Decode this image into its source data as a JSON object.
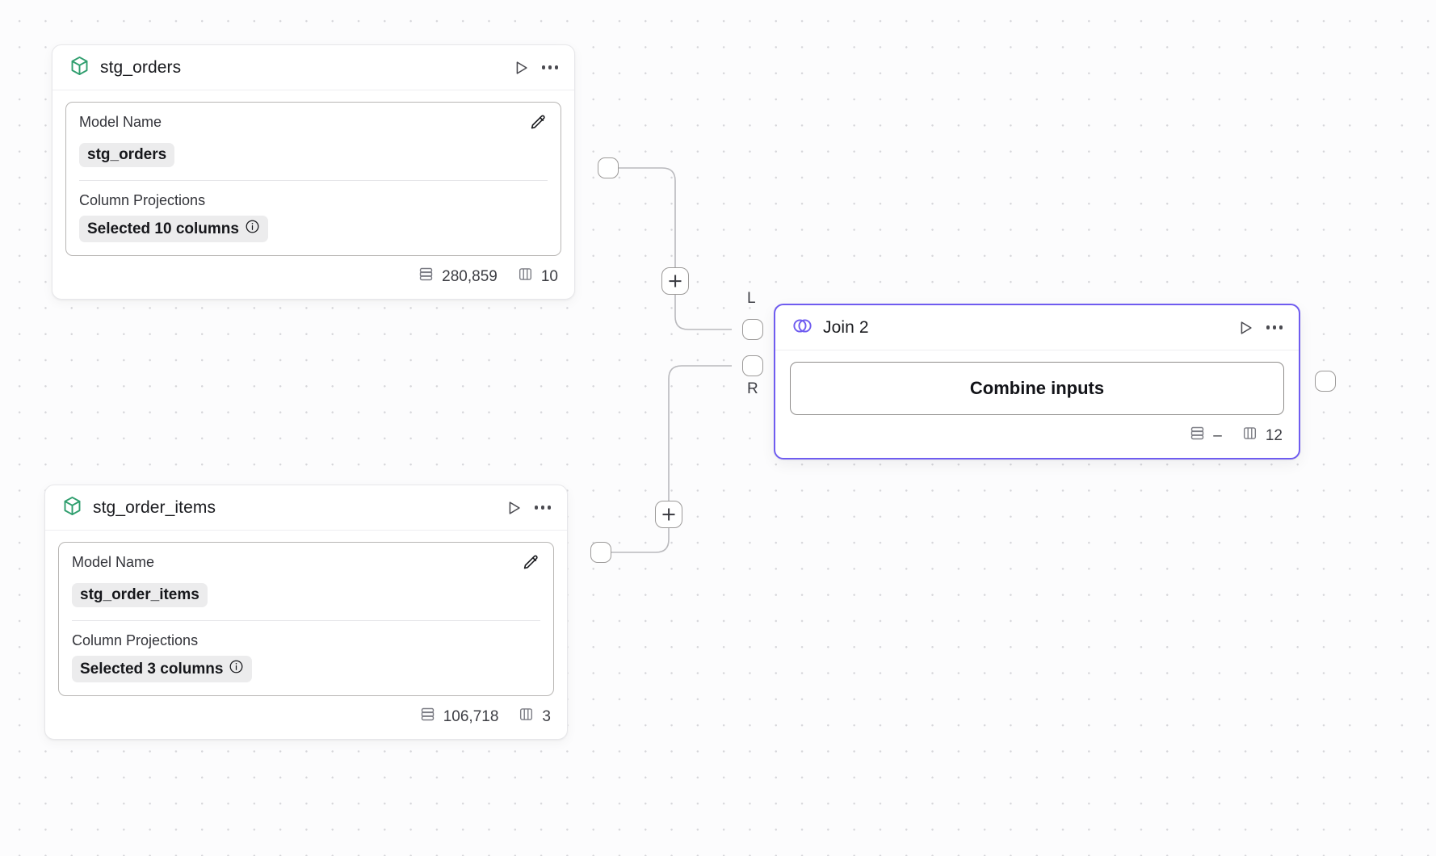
{
  "canvas": {
    "grid_dot_color": "#d6d6da",
    "background_color": "#fcfcfd"
  },
  "nodes": [
    {
      "id": "stg_orders",
      "type": "model",
      "icon": "cube-icon",
      "icon_color": "#2f9e6e",
      "title": "stg_orders",
      "run_label": "Run",
      "menu_label": "More options",
      "fields": [
        {
          "label": "Model Name",
          "value": "stg_orders",
          "has_edit": true
        },
        {
          "label": "Column Projections",
          "value": "Selected 10 columns",
          "has_info": true
        }
      ],
      "stats": {
        "rows": "280,859",
        "columns": "10"
      }
    },
    {
      "id": "stg_order_items",
      "type": "model",
      "icon": "cube-icon",
      "icon_color": "#2f9e6e",
      "title": "stg_order_items",
      "run_label": "Run",
      "menu_label": "More options",
      "fields": [
        {
          "label": "Model Name",
          "value": "stg_order_items",
          "has_edit": true
        },
        {
          "label": "Column Projections",
          "value": "Selected 3 columns",
          "has_info": true
        }
      ],
      "stats": {
        "rows": "106,718",
        "columns": "3"
      }
    },
    {
      "id": "join_2",
      "type": "join",
      "icon": "venn-join-icon",
      "icon_color": "#6f5cf0",
      "title": "Join 2",
      "selected": true,
      "border_color": "#6f5cf0",
      "action_label": "Combine inputs",
      "input_ports": [
        {
          "id": "left",
          "label": "L"
        },
        {
          "id": "right",
          "label": "R"
        }
      ],
      "stats": {
        "rows": "–",
        "columns": "12"
      }
    }
  ],
  "edge_buttons": [
    {
      "id": "add-node-top",
      "label": "+"
    },
    {
      "id": "add-node-bottom",
      "label": "+"
    }
  ]
}
